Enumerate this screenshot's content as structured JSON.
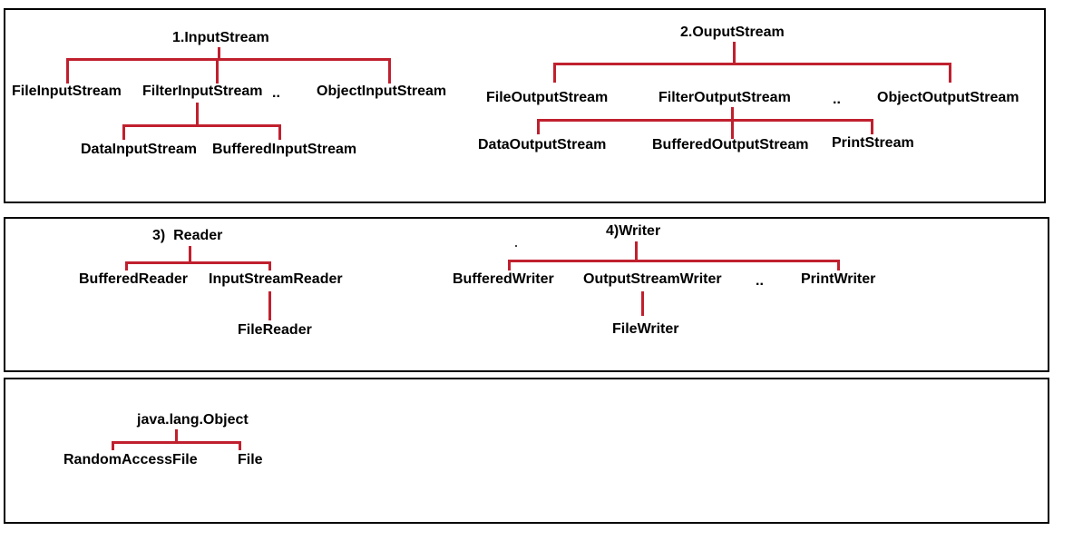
{
  "panel1": {
    "input_stream": {
      "root": "1.InputStream",
      "children": [
        "FileInputStream",
        "FilterInputStream",
        "..",
        "ObjectInputStream"
      ],
      "filter_children": [
        "DataInputStream",
        "BufferedInputStream"
      ]
    },
    "output_stream": {
      "root": "2.OuputStream",
      "children": [
        "FileOutputStream",
        "FilterOutputStream",
        "..",
        "ObjectOutputStream"
      ],
      "filter_children": [
        "DataOutputStream",
        "BufferedOutputStream",
        "PrintStream"
      ]
    }
  },
  "panel2": {
    "reader": {
      "root": "3)  Reader",
      "children": [
        "BufferedReader",
        "InputStreamReader"
      ],
      "isr_children": [
        "FileReader"
      ]
    },
    "writer": {
      "root": "4)Writer",
      "children": [
        "BufferedWriter",
        "OutputStreamWriter",
        "..",
        "PrintWriter"
      ],
      "osw_children": [
        "FileWriter"
      ]
    }
  },
  "panel3": {
    "object": {
      "root": "java.lang.Object",
      "children": [
        "RandomAccessFile",
        "File"
      ]
    }
  },
  "colors": {
    "connector": "#c0202e",
    "border": "#000000",
    "text": "#000000"
  }
}
